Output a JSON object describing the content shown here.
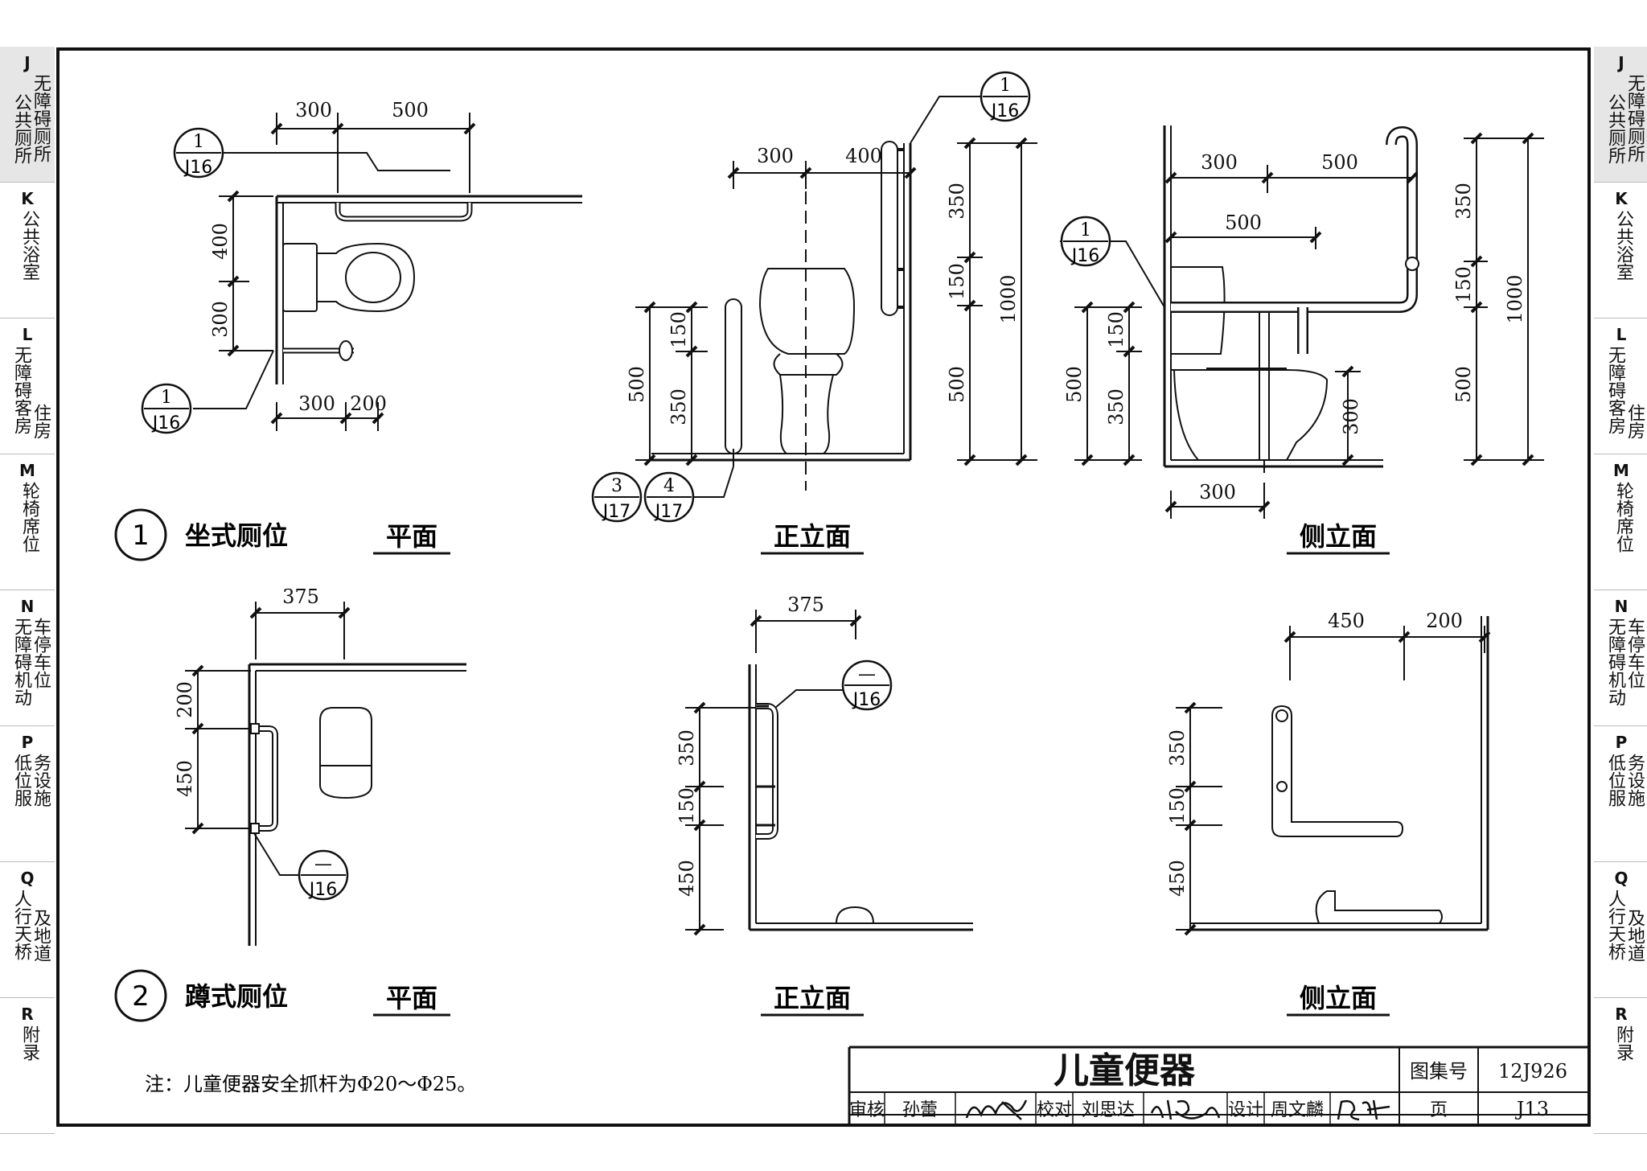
{
  "tabs": [
    {
      "letter": "J",
      "col1": "公共厕所",
      "col2": "无障碍厕所",
      "active": true
    },
    {
      "letter": "K",
      "col1": "公共浴室",
      "col2": "",
      "active": false
    },
    {
      "letter": "L",
      "col1": "无障碍客房",
      "col2": "住房",
      "active": false
    },
    {
      "letter": "M",
      "col1": "轮椅席位",
      "col2": "",
      "active": false
    },
    {
      "letter": "N",
      "col1": "无障碍机动",
      "col2": "车停车位",
      "active": false
    },
    {
      "letter": "P",
      "col1": "低位服",
      "col2": "务设施",
      "active": false
    },
    {
      "letter": "Q",
      "col1": "人行天桥",
      "col2": "及地道",
      "active": false
    },
    {
      "letter": "R",
      "col1": "附录",
      "col2": "",
      "active": false
    }
  ],
  "section1": {
    "number": "1",
    "title": "坐式厕位"
  },
  "section2": {
    "number": "2",
    "title": "蹲式厕位"
  },
  "view_labels": {
    "plan": "平面",
    "front": "正立面",
    "side": "侧立面"
  },
  "refs": {
    "j16_num": "1",
    "j16": "J16",
    "dash": "—",
    "j17_a_num": "3",
    "j17_b_num": "4",
    "j17": "J17"
  },
  "dims": {
    "d300": "300",
    "d500": "500",
    "d400": "400",
    "d200": "200",
    "d150": "150",
    "d350": "350",
    "d1000": "1000",
    "d375": "375",
    "d450": "450"
  },
  "note": "注：儿童便器安全抓杆为Φ20～Φ25。",
  "title_block": {
    "title": "儿童便器",
    "atlas_label": "图集号",
    "atlas_no": "12J926",
    "page_label": "页",
    "page_no": "J13",
    "review_label": "审核",
    "reviewer": "孙蕾",
    "check_label": "校对",
    "checker": "刘思达",
    "design_label": "设计",
    "designer": "周文麟"
  },
  "signatures": {
    "reviewer_sig": "孙蕾",
    "checker_sig": "刘思达",
    "designer_sig": "周文麟"
  }
}
